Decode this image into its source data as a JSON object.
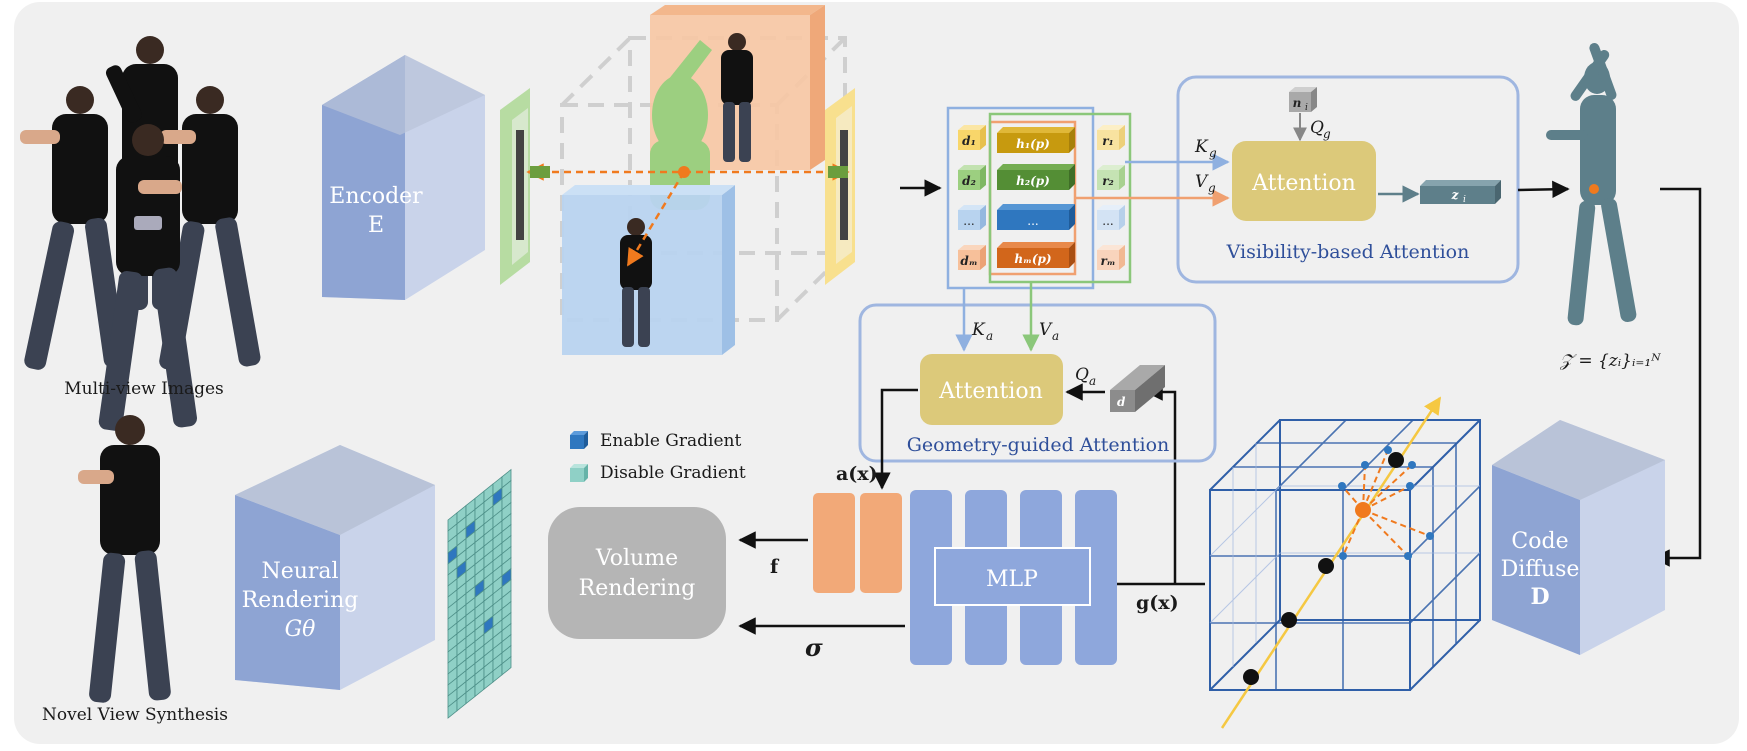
{
  "images": {
    "multiview_caption": "Multi-view Images",
    "novel_caption": "Novel View Synthesis"
  },
  "encoder": {
    "line1": "Encoder",
    "line2": "E"
  },
  "features": {
    "d": [
      "d₁",
      "d₂",
      "...",
      "dₘ"
    ],
    "h": [
      "h₁(p)",
      "h₂(p)",
      "...",
      "hₘ(p)"
    ],
    "r": [
      "r₁",
      "r₂",
      "...",
      "rₘ"
    ]
  },
  "visibility_attention": {
    "box": "Attention",
    "caption": "Visibility-based Attention",
    "k": "K",
    "k_sub": "g",
    "v": "V",
    "v_sub": "g",
    "q": "Q",
    "q_sub": "g",
    "n": "n",
    "n_sub": "i",
    "z": "z",
    "z_sub": "i"
  },
  "geometry_attention": {
    "box": "Attention",
    "caption": "Geometry-guided Attention",
    "k": "K",
    "k_sub": "a",
    "v": "V",
    "v_sub": "a",
    "q": "Q",
    "q_sub": "a",
    "d": "d"
  },
  "latent_formula": "𝒵 = {zᵢ}ᵢ₌₁ᴺ",
  "code_diffuse": {
    "line1": "Code",
    "line2": "Diffuse",
    "line3": "D"
  },
  "legend": {
    "enable": "Enable Gradient",
    "disable": "Disable Gradient"
  },
  "mlp": "MLP",
  "a_x": "a(x)",
  "g_x": "g(x)",
  "f": "f",
  "sigma": "σ",
  "volume_rendering": {
    "line1": "Volume",
    "line2": "Rendering"
  },
  "neural_rendering": {
    "line1": "Neural",
    "line2": "Rendering",
    "line3": "Gθ"
  },
  "colors": {
    "background": "#f0f0f0",
    "frame_blue": "#9fb6e0",
    "attention_gold": "#dcc97a",
    "mlp_blue": "#8ea7dc",
    "orange": "#f2a978",
    "gray_box": "#b5b5b5",
    "arrow_orange": "#f07a1e"
  }
}
